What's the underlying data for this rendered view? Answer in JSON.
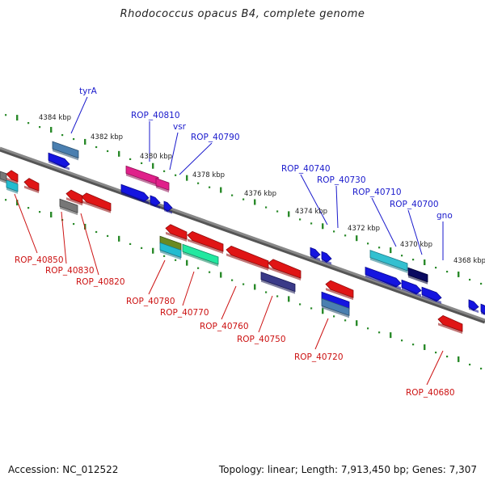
{
  "title": "Rhodococcus opacus B4, complete genome",
  "footer": {
    "accession": "Accession: NC_012522",
    "summary": "Topology: linear; Length: 7,913,450 bp; Genes: 7,307"
  },
  "colors": {
    "backbone": "#888888",
    "ruler_dot": "#2a8a2a",
    "forward_label": "#1a1acc",
    "reverse_label": "#cc1111"
  },
  "scale_labels": [
    "4384 kbp",
    "4382 kbp",
    "4380 kbp",
    "4378 kbp",
    "4376 kbp",
    "4374 kbp",
    "4372 kbp",
    "4370 kbp",
    "4368 kbp"
  ],
  "forward_labels": [
    "tyrA",
    "ROP_40810",
    "vsr",
    "ROP_40790",
    "ROP_40740",
    "ROP_40730",
    "ROP_40710",
    "ROP_40700",
    "gno"
  ],
  "reverse_labels": [
    "ROP_40850",
    "ROP_40830",
    "ROP_40820",
    "ROP_40780",
    "ROP_40770",
    "ROP_40760",
    "ROP_40750",
    "ROP_40720",
    "ROP_40680"
  ]
}
